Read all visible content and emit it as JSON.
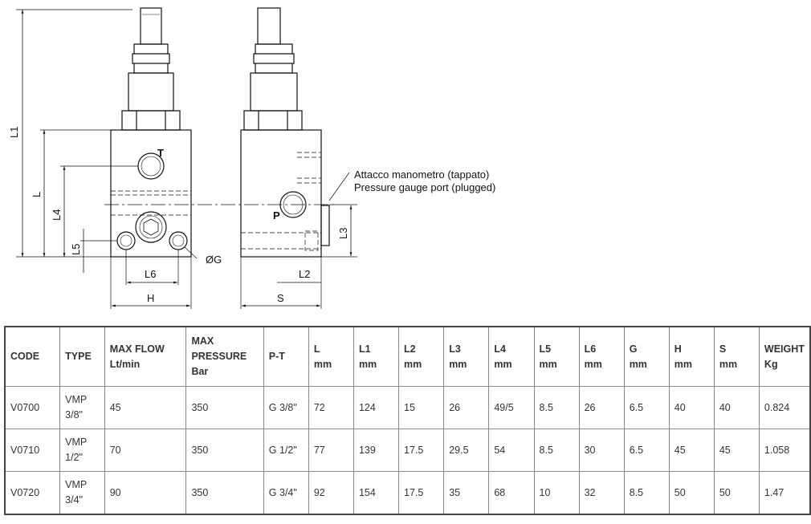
{
  "drawing": {
    "labels": {
      "L1": "L1",
      "L": "L",
      "L4": "L4",
      "L5": "L5",
      "L6": "L6",
      "H": "H",
      "S": "S",
      "L2": "L2",
      "L3": "L3",
      "T": "T",
      "P": "P",
      "G": "ØG"
    },
    "note_it": "Attacco manometro (tappato)",
    "note_en": "Pressure gauge port (plugged)"
  },
  "table": {
    "headers": [
      [
        "CODE"
      ],
      [
        "TYPE"
      ],
      [
        "MAX FLOW",
        "Lt/min"
      ],
      [
        "MAX",
        "PRESSURE",
        "Bar"
      ],
      [
        "P-T"
      ],
      [
        "L",
        "mm"
      ],
      [
        "L1",
        "mm"
      ],
      [
        "L2",
        "mm"
      ],
      [
        "L3",
        "mm"
      ],
      [
        "L4",
        "mm"
      ],
      [
        "L5",
        "mm"
      ],
      [
        "L6",
        "mm"
      ],
      [
        "G",
        "mm"
      ],
      [
        "H",
        "mm"
      ],
      [
        "S",
        "mm"
      ],
      [
        "WEIGHT",
        "Kg"
      ]
    ],
    "rows": [
      [
        [
          "V0700"
        ],
        [
          "VMP",
          "3/8\""
        ],
        [
          "45"
        ],
        [
          "350"
        ],
        [
          "G 3/8\""
        ],
        [
          "72"
        ],
        [
          "124"
        ],
        [
          "15"
        ],
        [
          "26"
        ],
        [
          "49/5"
        ],
        [
          "8.5"
        ],
        [
          "26"
        ],
        [
          "6.5"
        ],
        [
          "40"
        ],
        [
          "40"
        ],
        [
          "0.824"
        ]
      ],
      [
        [
          "V0710"
        ],
        [
          "VMP",
          "1/2\""
        ],
        [
          "70"
        ],
        [
          "350"
        ],
        [
          "G 1/2\""
        ],
        [
          "77"
        ],
        [
          "139"
        ],
        [
          "17.5"
        ],
        [
          "29.5"
        ],
        [
          "54"
        ],
        [
          "8.5"
        ],
        [
          "30"
        ],
        [
          "6.5"
        ],
        [
          "45"
        ],
        [
          "45"
        ],
        [
          "1.058"
        ]
      ],
      [
        [
          "V0720"
        ],
        [
          "VMP",
          "3/4\""
        ],
        [
          "90"
        ],
        [
          "350"
        ],
        [
          "G 3/4\""
        ],
        [
          "92"
        ],
        [
          "154"
        ],
        [
          "17.5"
        ],
        [
          "35"
        ],
        [
          "68"
        ],
        [
          "10"
        ],
        [
          "32"
        ],
        [
          "8.5"
        ],
        [
          "50"
        ],
        [
          "50"
        ],
        [
          "1.47"
        ]
      ]
    ]
  }
}
